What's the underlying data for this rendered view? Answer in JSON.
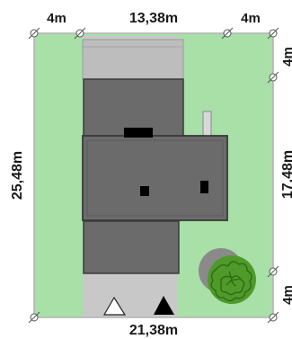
{
  "dimensions": {
    "top_left_setback": "4m",
    "top_house_width": "13,38m",
    "top_right_setback": "4m",
    "left_plot_depth": "25,48m",
    "right_top_setback": "4m",
    "right_house_depth": "17,48m",
    "right_bottom_setback": "4m",
    "bottom_plot_width": "21,38m"
  },
  "colors": {
    "lawn": "#a8e0a8",
    "driveway": "#c8c8c8",
    "roof": "#6b6b6b",
    "roof_outline": "#3a3a3a",
    "tree": "#4f9a2a",
    "tree_shadow": "#8a8a8a"
  },
  "icons": {
    "entrance_marker": "triangle-outline-icon",
    "garage_marker": "triangle-filled-icon",
    "tree": "tree-icon"
  }
}
